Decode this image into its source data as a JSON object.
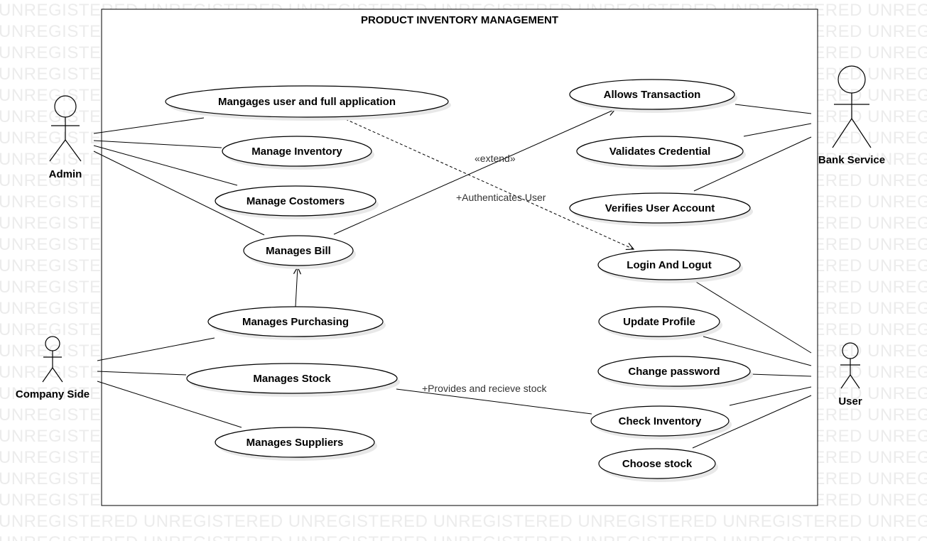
{
  "watermark": {
    "text": "UNREGISTERED"
  },
  "system": {
    "title": "PRODUCT INVENTORY MANAGEMENT"
  },
  "actors": {
    "admin": "Admin",
    "company_side": "Company Side",
    "bank_service": "Bank Service",
    "user": "User"
  },
  "use_cases": {
    "manages_user_app": "Mangages user and full application",
    "manage_inventory": "Manage Inventory",
    "manage_customers": "Manage Costomers",
    "manages_bill": "Manages Bill",
    "manages_purchasing": "Manages Purchasing",
    "manages_stock": "Manages Stock",
    "manages_suppliers": "Manages Suppliers",
    "allows_transaction": "Allows Transaction",
    "validates_credential": "Validates Credential",
    "verifies_user_account": "Verifies User Account",
    "login_logout": "Login And Logut",
    "update_profile": "Update Profile",
    "change_password": "Change password",
    "check_inventory": "Check Inventory",
    "choose_stock": "Choose stock"
  },
  "relationships": {
    "extend": "«extend»",
    "authenticates_user": "+Authenticates User",
    "provides_receive_stock": "+Provides and recieve  stock"
  }
}
